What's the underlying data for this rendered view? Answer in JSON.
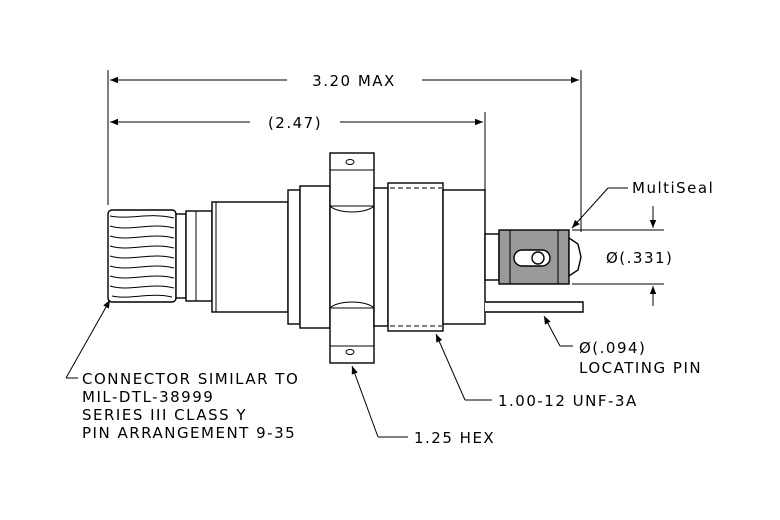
{
  "dimensions": {
    "overall_length": "3.20 MAX",
    "reference_length": "(2.47)",
    "seal_diameter": "Ø(.331)"
  },
  "callouts": {
    "seal": "MultiSeal",
    "locating_pin_1": "Ø(.094)",
    "locating_pin_2": "LOCATING PIN",
    "thread": "1.00-12 UNF-3A",
    "hex": "1.25 HEX",
    "connector_1": "CONNECTOR SIMILAR TO",
    "connector_2": "MIL-DTL-38999",
    "connector_3": "SERIES III CLASS Y",
    "connector_4": "PIN ARRANGEMENT 9-35"
  },
  "colors": {
    "line": "#000000",
    "seal_fill": "#9a9a9a",
    "background": "#ffffff"
  }
}
